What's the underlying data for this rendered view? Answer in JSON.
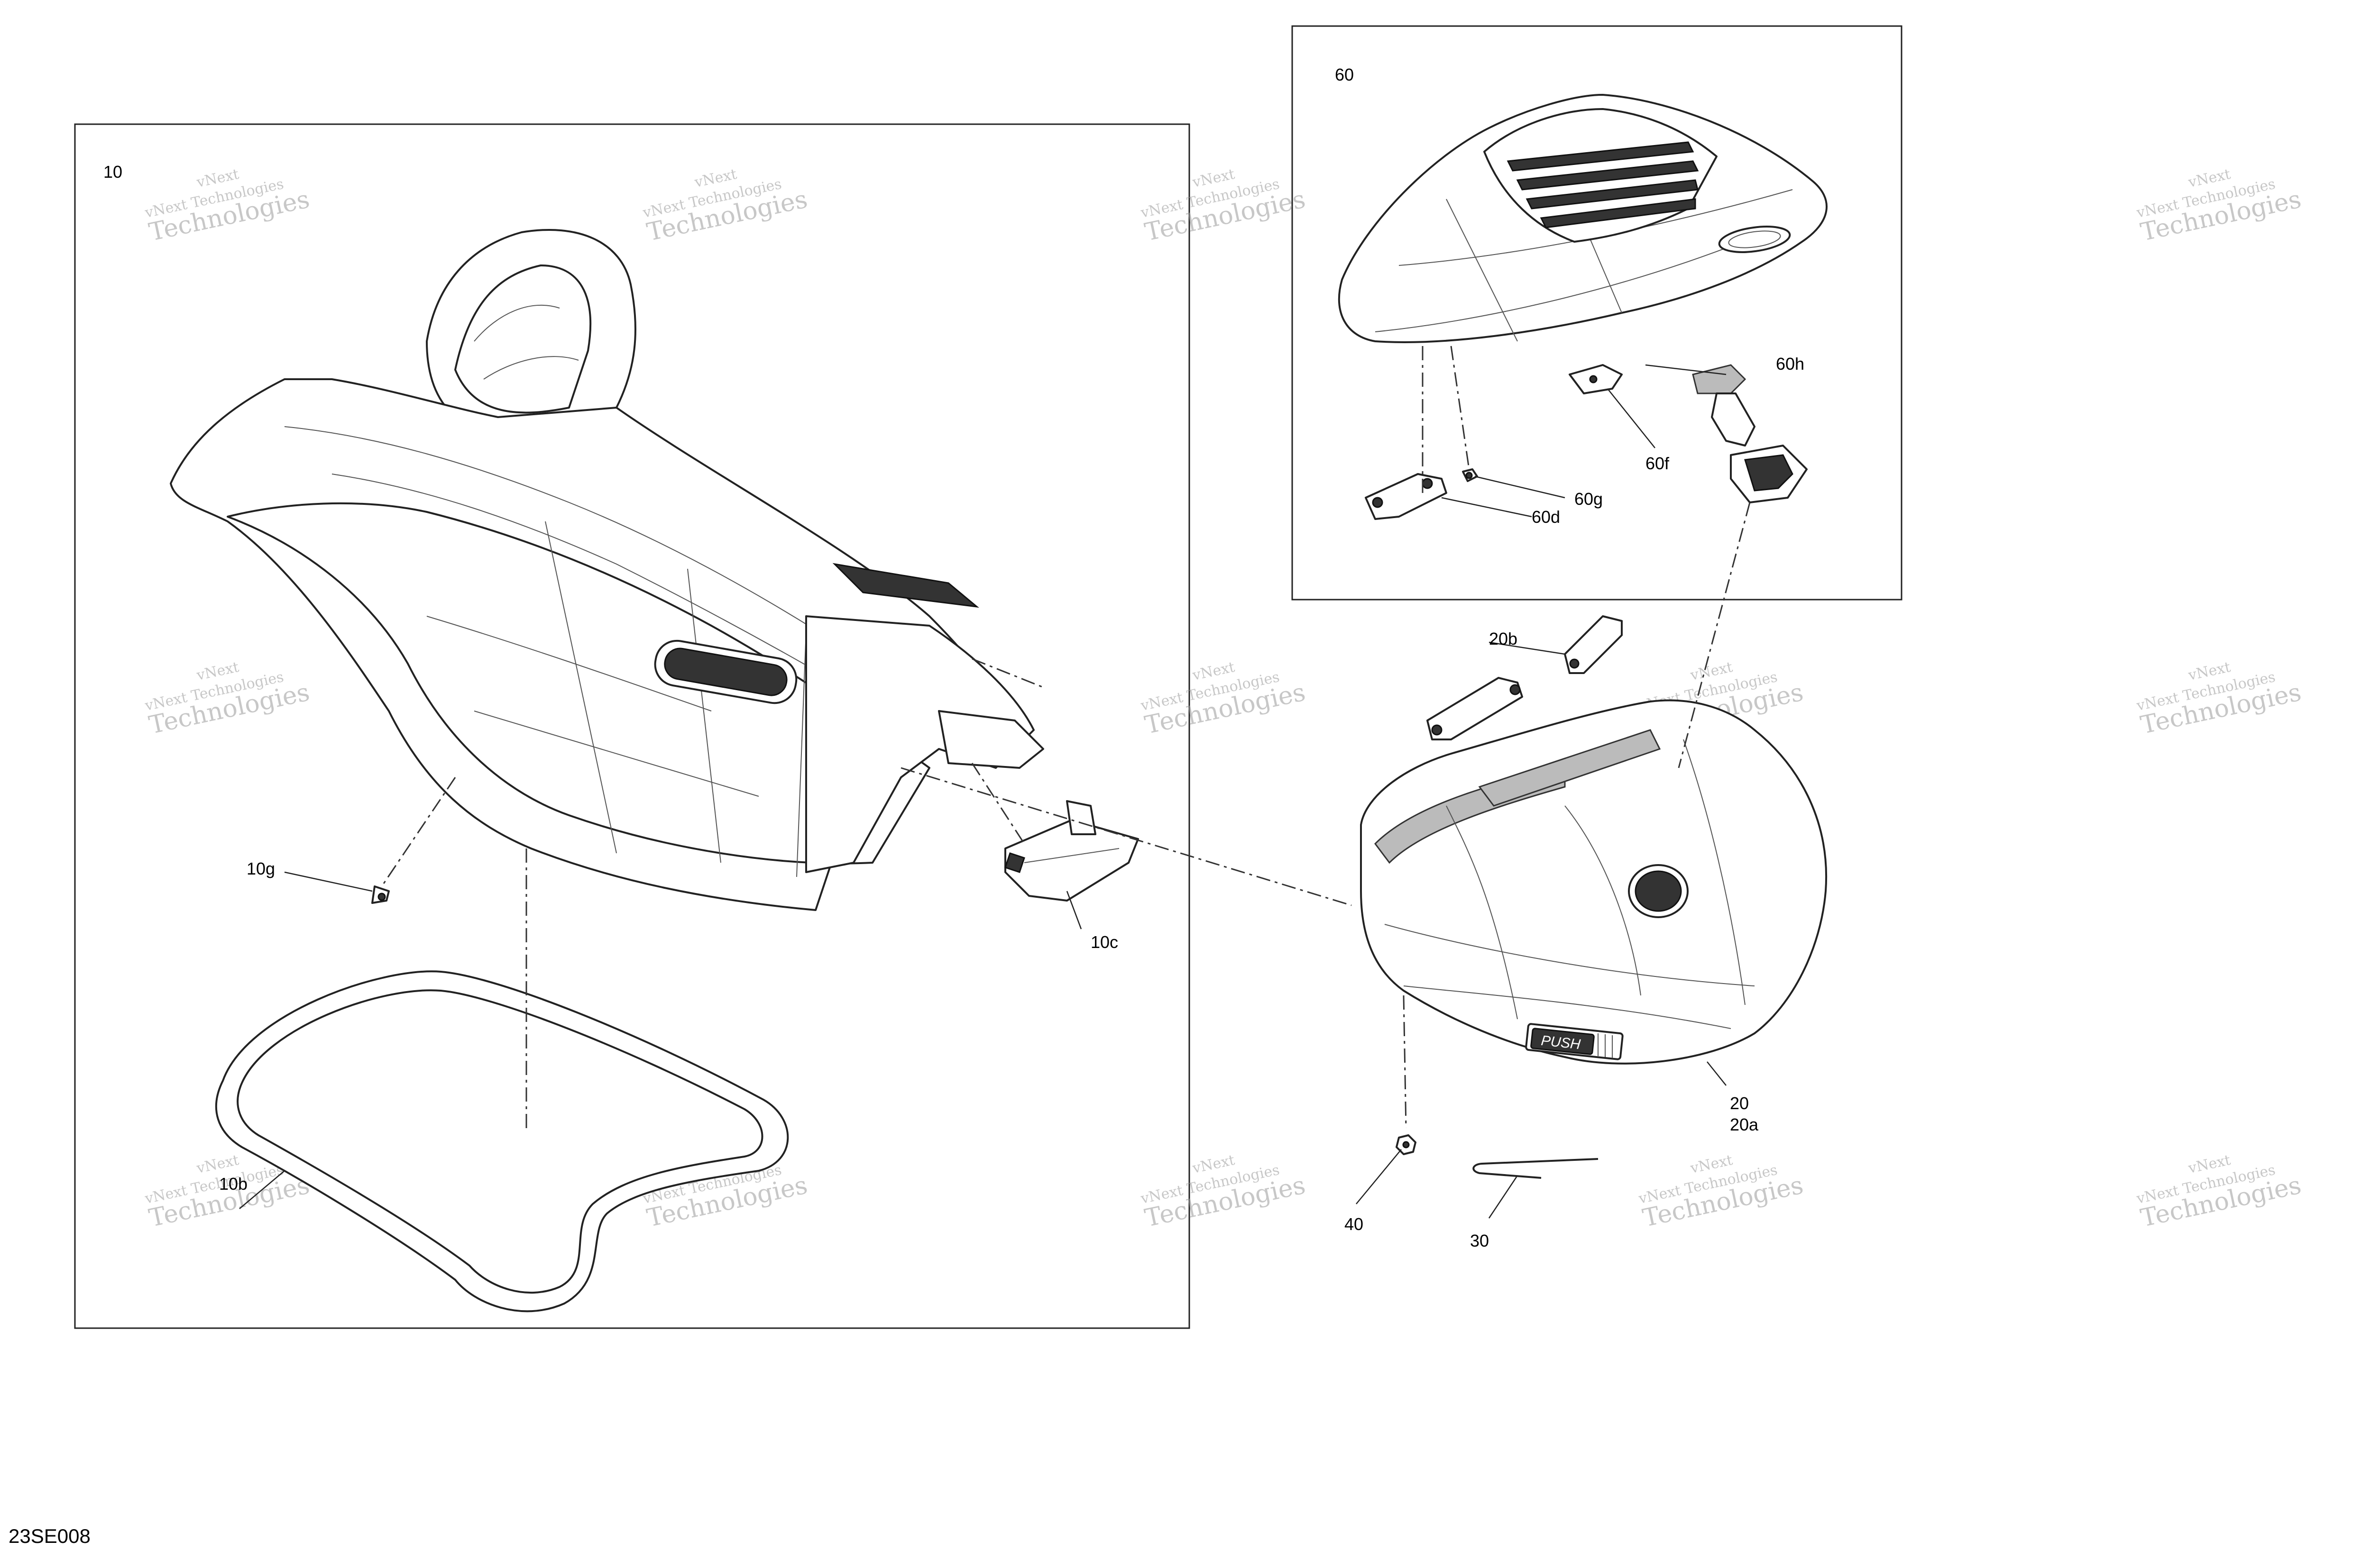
{
  "diagram_code": "23SE008",
  "watermark": {
    "line1": "vNext",
    "line2": "vNext Technologies",
    "line3": "Technologies"
  },
  "callouts": {
    "c10": "10",
    "c10g": "10g",
    "c10c": "10c",
    "c10b": "10b",
    "c60": "60",
    "c60h": "60h",
    "c60f": "60f",
    "c60g": "60g",
    "c60d": "60d",
    "c20b": "20b",
    "c20": "20",
    "c20a": "20a",
    "c40": "40",
    "c30": "30"
  },
  "badges": {
    "push_label": "PUSH"
  }
}
